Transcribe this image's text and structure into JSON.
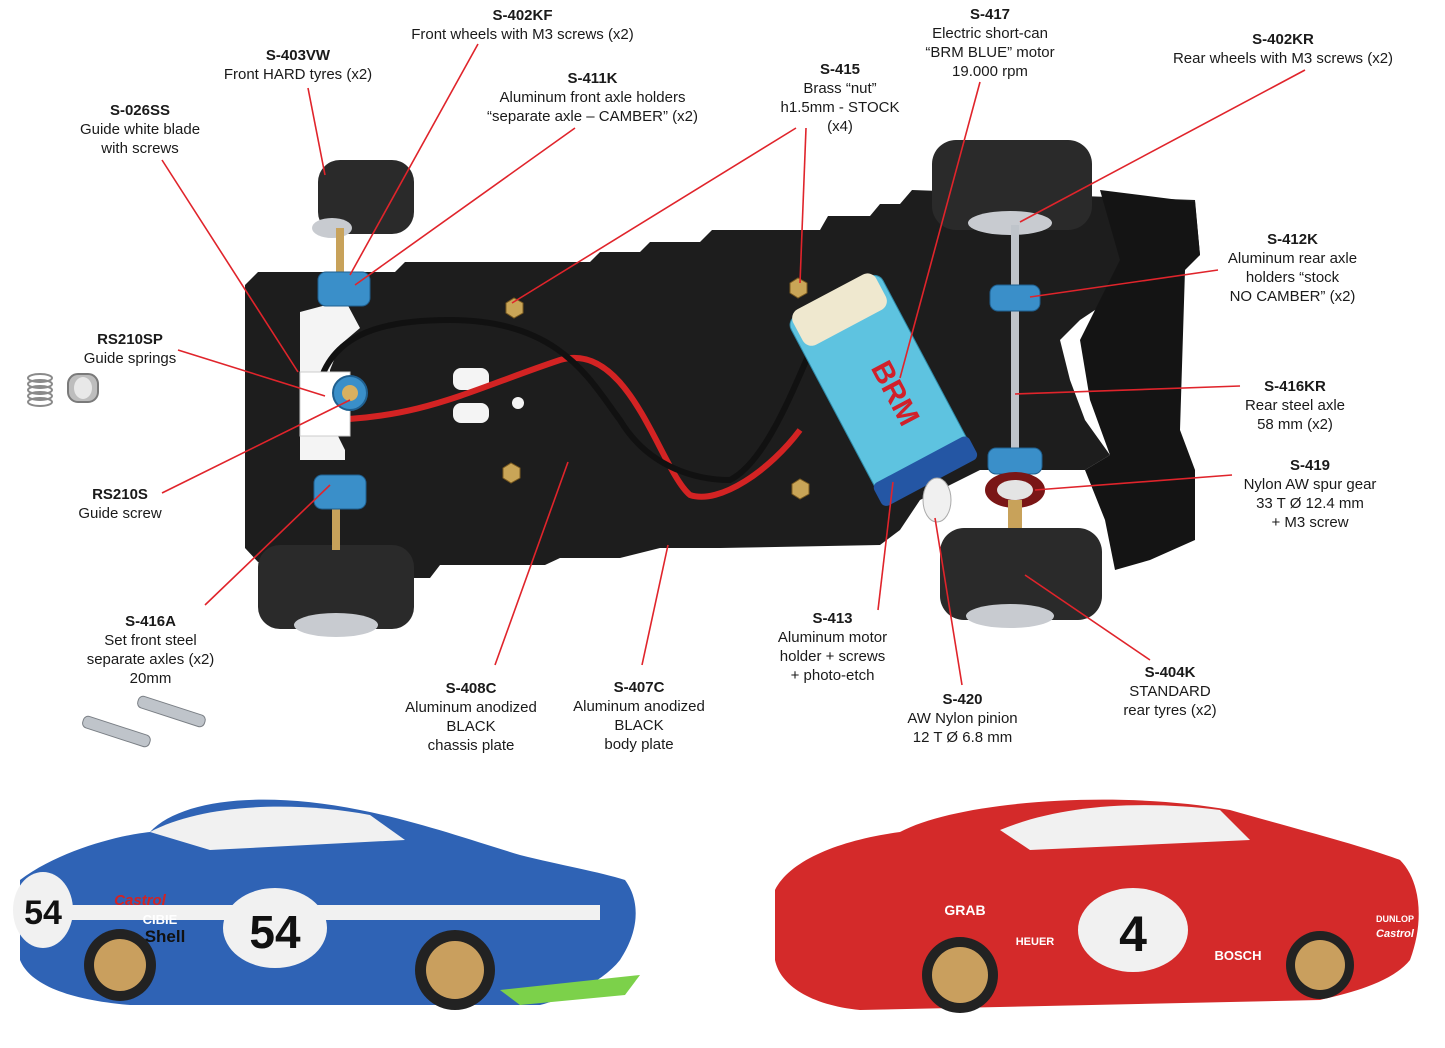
{
  "colors": {
    "leader_line": "#e0242b",
    "chassis": "#1c1c1c",
    "motor": "#5ec3e0",
    "holder": "#3a8fc9",
    "car_blue": "#2f63b5",
    "car_red": "#d42a2a"
  },
  "parts": [
    {
      "code": "S-402KF",
      "desc": "Front wheels with M3 screws (x2)"
    },
    {
      "code": "S-403VW",
      "desc": "Front HARD tyres (x2)"
    },
    {
      "code": "S-026SS",
      "desc": "Guide white blade\nwith screws"
    },
    {
      "code": "S-411K",
      "desc": "Aluminum front axle holders\n“separate axle – CAMBER” (x2)"
    },
    {
      "code": "S-415",
      "desc": "Brass “nut”\nh1.5mm - STOCK\n(x4)"
    },
    {
      "code": "S-417",
      "desc": "Electric short-can\n“BRM BLUE” motor\n19.000 rpm"
    },
    {
      "code": "S-402KR",
      "desc": "Rear wheels with M3 screws (x2)"
    },
    {
      "code": "S-412K",
      "desc": "Aluminum rear axle\nholders “stock\nNO CAMBER” (x2)"
    },
    {
      "code": "RS210SP",
      "desc": "Guide springs"
    },
    {
      "code": "S-416KR",
      "desc": "Rear steel axle\n58 mm (x2)"
    },
    {
      "code": "S-419",
      "desc": "Nylon AW spur gear\n33 T Ø 12.4 mm\n+ M3 screw"
    },
    {
      "code": "RS210S",
      "desc": "Guide screw"
    },
    {
      "code": "S-416A",
      "desc": "Set front steel\nseparate axles (x2)\n20mm"
    },
    {
      "code": "S-413",
      "desc": "Aluminum motor\nholder + screws\n+ photo-etch"
    },
    {
      "code": "S-404K",
      "desc": "STANDARD\nrear tyres (x2)"
    },
    {
      "code": "S-408C",
      "desc": "Aluminum anodized\nBLACK\nchassis plate"
    },
    {
      "code": "S-407C",
      "desc": "Aluminum anodized\nBLACK\nbody plate"
    },
    {
      "code": "S-420",
      "desc": "AW Nylon pinion\n12 T Ø 6.8 mm"
    }
  ],
  "motor_brand": "BRM",
  "car_left": {
    "number": "54",
    "sponsors": [
      "Castrol",
      "CIBIE",
      "Shell"
    ]
  },
  "car_right": {
    "number": "4",
    "sponsors": [
      "GRAB",
      "HEUER",
      "BOSCH",
      "DUNLOP",
      "Castrol"
    ]
  }
}
